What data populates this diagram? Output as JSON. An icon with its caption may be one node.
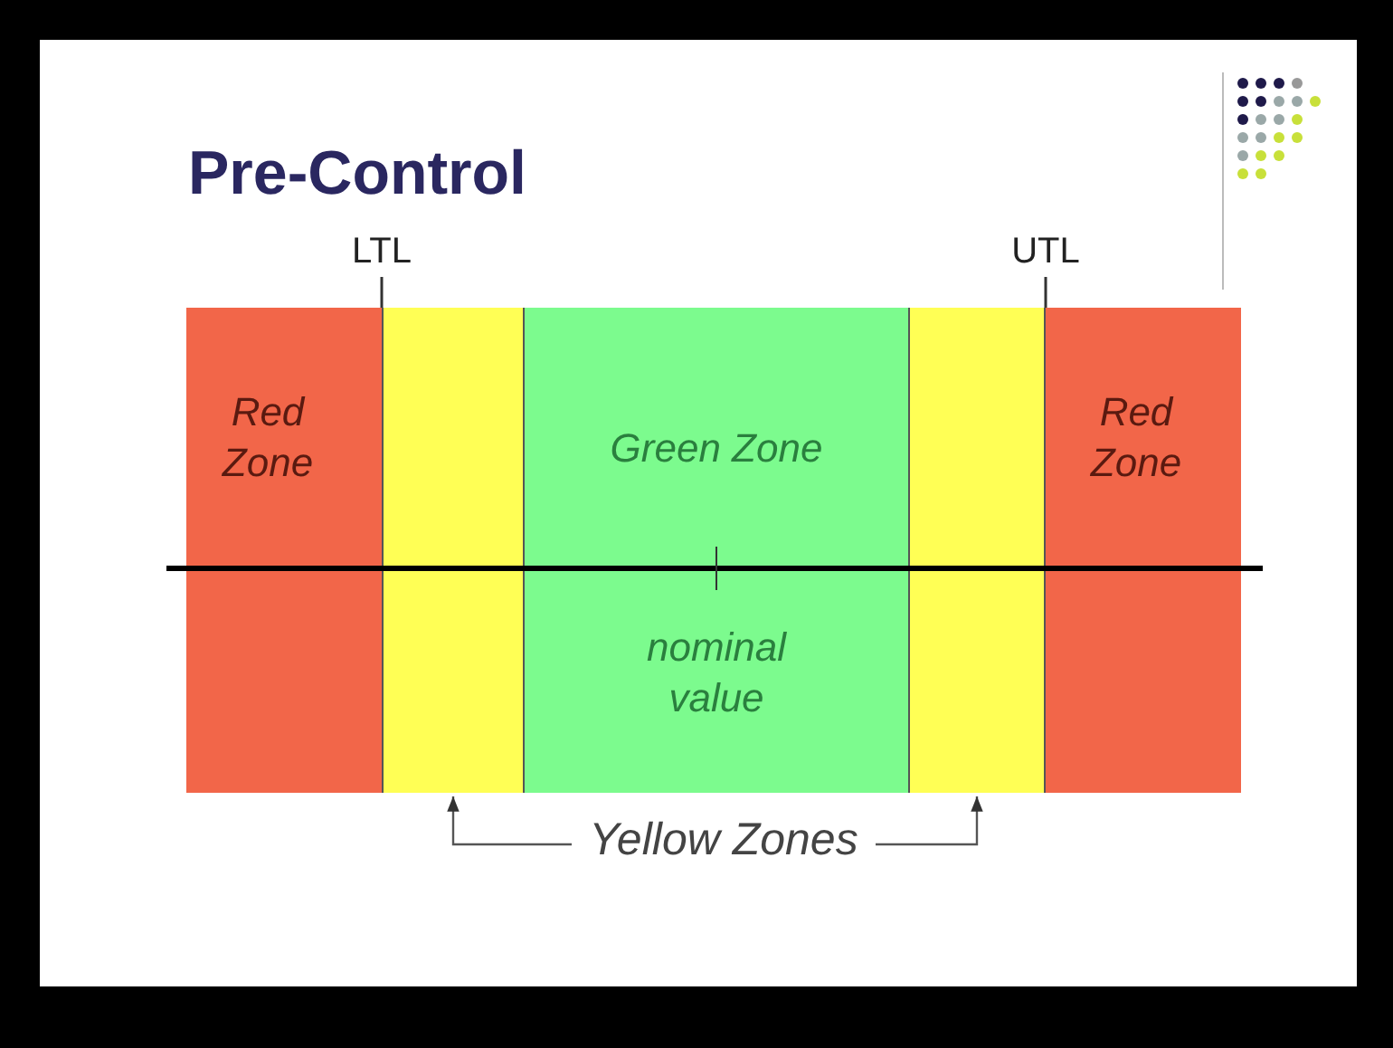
{
  "diagram": {
    "title": "Pre-Control",
    "nodes": [
      {
        "text": [
          "Red Zone"
        ]
      },
      {
        "text": [],
        "shape": "bar"
      },
      {
        "text": [
          "Green Zone",
          "nominal value"
        ]
      },
      {
        "text": [],
        "shape": "bar"
      },
      {
        "text": [
          "Red Zone"
        ]
      },
      {
        "text": [
          "Yellow Zones"
        ]
      }
    ],
    "edges": [
      {
        "from": 5,
        "to": 1,
        "arrow": "to"
      },
      {
        "from": 5,
        "to": 3,
        "arrow": "to"
      }
    ],
    "labels": [
      "LTL",
      "UTL"
    ]
  }
}
